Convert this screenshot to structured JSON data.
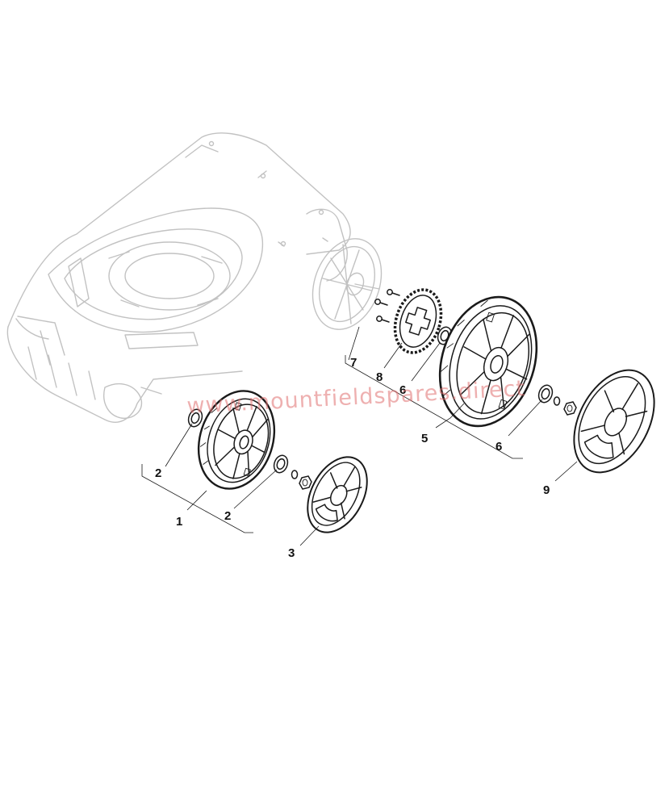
{
  "callouts": {
    "c1": "1",
    "c2a": "2",
    "c2b": "2",
    "c3": "3",
    "c5": "5",
    "c6a": "6",
    "c6b": "6",
    "c7": "7",
    "c8": "8",
    "c9": "9"
  },
  "watermark": "www.mountfieldspares.direct",
  "colors": {
    "line": "#1a1a1a",
    "deck_outline": "#c2c2c2",
    "watermark": "#e07070",
    "background": "#ffffff"
  }
}
